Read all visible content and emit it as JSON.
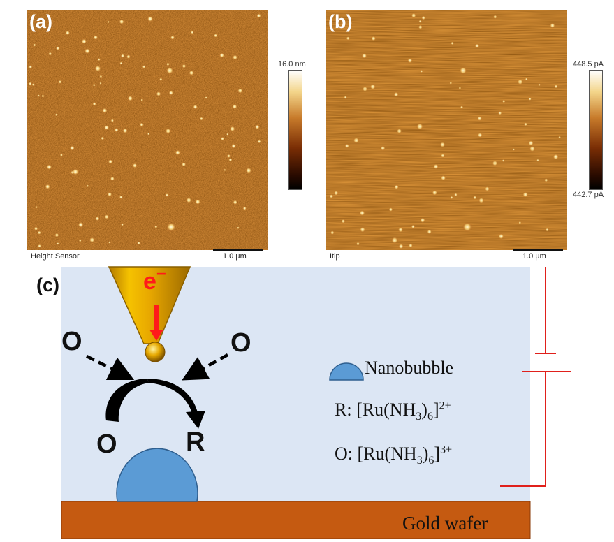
{
  "panel_a": {
    "letter": "(a)",
    "caption": "Height Sensor",
    "scale_label": "1.0 µm",
    "colorbar_max": "16.0 nm"
  },
  "panel_b": {
    "letter": "(b)",
    "caption": "Itip",
    "scale_label": "1.0 µm",
    "colorbar_max": "448.5 pA",
    "colorbar_min": "442.7 pA"
  },
  "panel_c": {
    "letter": "(c)",
    "electron": "e",
    "electron_sup": "−",
    "species_o_left": "O",
    "species_o_right": "O",
    "species_o_bottom": "O",
    "species_r_bottom": "R",
    "legend_nanobubble": "Nanobubble",
    "legend_r_prefix": "R: [Ru(NH",
    "legend_r_sub": "3",
    "legend_r_mid": ")",
    "legend_r_sub2": "6",
    "legend_r_suffix": "]",
    "legend_r_sup": "2+",
    "legend_o_prefix": "O: [Ru(NH",
    "legend_o_sub": "3",
    "legend_o_mid": ")",
    "legend_o_sub2": "6",
    "legend_o_suffix": "]",
    "legend_o_sup": "3+",
    "substrate_label": "Gold wafer"
  },
  "colors": {
    "afm_base": "#7a2e05",
    "electrolyte": "#dce6f4",
    "gold_wafer": "#c55a11",
    "bubble": "#5b9bd5",
    "circuit": "#e0201b",
    "tip": "#e8a800",
    "electron": "#ff1a1a"
  }
}
